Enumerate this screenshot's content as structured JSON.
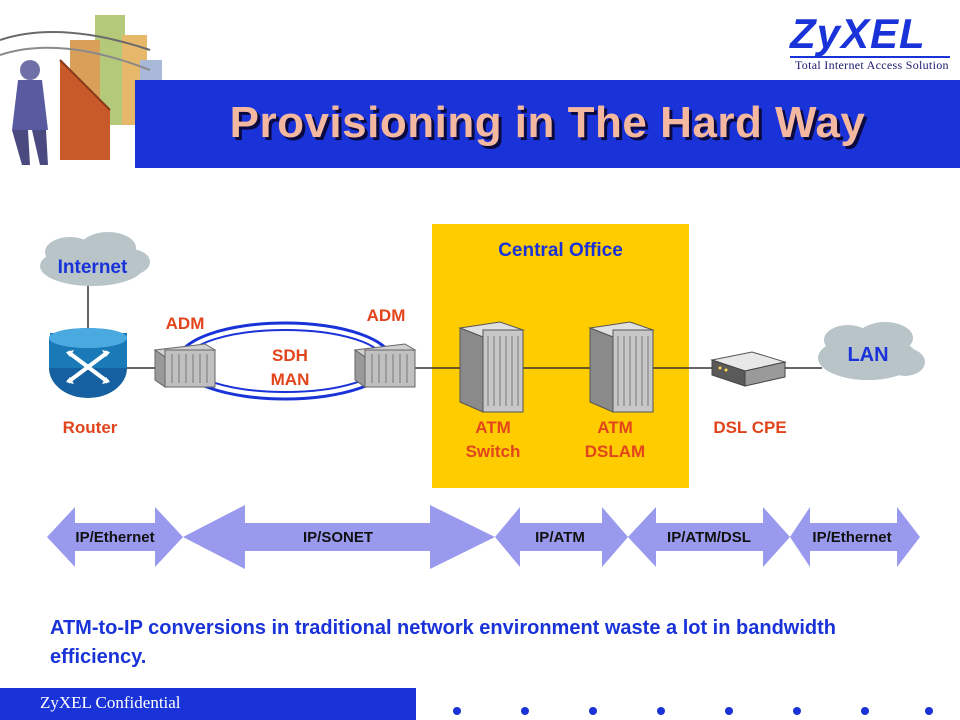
{
  "slide": {
    "title": "Provisioning in The Hard Way",
    "logo": "ZyXEL",
    "logo_tagline": "Total Internet Access Solution",
    "footer": "ZyXEL Confidential",
    "caption": "ATM-to-IP conversions in traditional network environment waste a lot in bandwidth efficiency."
  },
  "diagram": {
    "internet_label": "Internet",
    "lan_label": "LAN",
    "central_office_label": "Central Office",
    "router_label": "Router",
    "adm_left_label": "ADM",
    "adm_right_label": "ADM",
    "sdh_line1": "SDH",
    "sdh_line2": "MAN",
    "atm_switch_line1": "ATM",
    "atm_switch_line2": "Switch",
    "atm_dslam_line1": "ATM",
    "atm_dslam_line2": "DSLAM",
    "dsl_cpe_label": "DSL CPE"
  },
  "protocols": [
    {
      "label": "IP/Ethernet"
    },
    {
      "label": "IP/SONET"
    },
    {
      "label": "IP/ATM"
    },
    {
      "label": "IP/ATM/DSL"
    },
    {
      "label": "IP/Ethernet"
    }
  ],
  "colors": {
    "accent_blue": "#1a33d9",
    "label_red": "#e2451c",
    "office_yellow": "#ffcc00",
    "arrow_fill": "#9999ee"
  }
}
